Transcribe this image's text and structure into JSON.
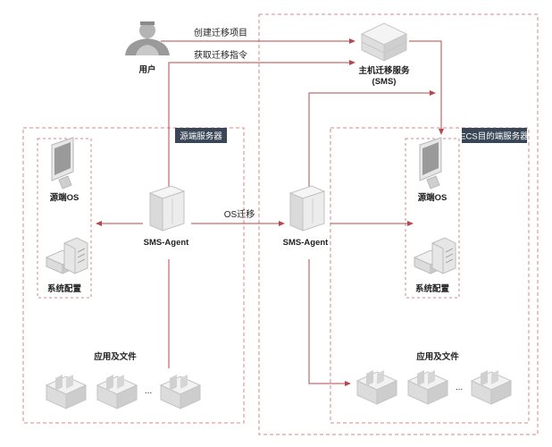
{
  "user": {
    "label": "用户"
  },
  "arrows": {
    "create_project": "创建迁移项目",
    "get_commands": "获取迁移指令",
    "os_migrate": "OS迁移"
  },
  "sms_service": {
    "line1": "主机迁移服务",
    "line2": "(SMS)"
  },
  "source_server": {
    "tag": "源端服务器",
    "os_label": "源端OS",
    "config_label": "系统配置",
    "agent_label": "SMS-Agent",
    "apps_label": "应用及文件",
    "ellipsis": "..."
  },
  "target_server": {
    "tag": "ECS目的端服务器",
    "os_label": "源端OS",
    "config_label": "系统配置",
    "agent_label": "SMS-Agent",
    "apps_label": "应用及文件",
    "ellipsis": "..."
  },
  "colors": {
    "dashed": "#d9868a",
    "arrow": "#b5484c",
    "tag_bg": "#394656"
  }
}
